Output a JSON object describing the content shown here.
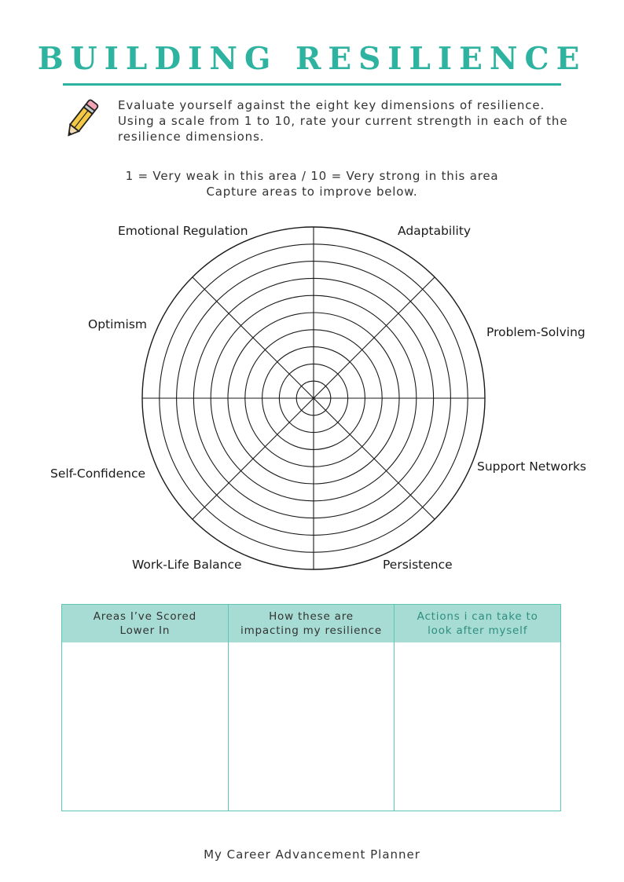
{
  "header": {
    "title": "BUILDING RESILIENCE"
  },
  "intro": {
    "icon": "pencil-icon",
    "line1": "Evaluate yourself against the eight key dimensions of resilience.",
    "line2": "Using a scale from 1 to 10, rate your current strength in each of the",
    "line3": "resilience dimensions."
  },
  "scale": {
    "line1": "1 = Very weak in this area / 10 = Very strong in this area",
    "line2": "Capture areas to improve below."
  },
  "wheel": {
    "rings": 10,
    "dimensions": [
      "Emotional Regulation",
      "Adaptability",
      "Problem-Solving",
      "Support Networks",
      "Persistence",
      "Work-Life Balance",
      "Self-Confidence",
      "Optimism"
    ]
  },
  "table": {
    "columns": [
      {
        "line1": "Areas I’ve Scored",
        "line2": "Lower In"
      },
      {
        "line1": "How these are",
        "line2": "impacting my resilience"
      },
      {
        "line1": "Actions i can take to",
        "line2": "look after myself"
      }
    ]
  },
  "footer": {
    "text": "My Career Advancement Planner"
  },
  "colors": {
    "accent": "#2db3a0",
    "header_fill": "#a6dcd3",
    "border": "#5cc6b7"
  }
}
